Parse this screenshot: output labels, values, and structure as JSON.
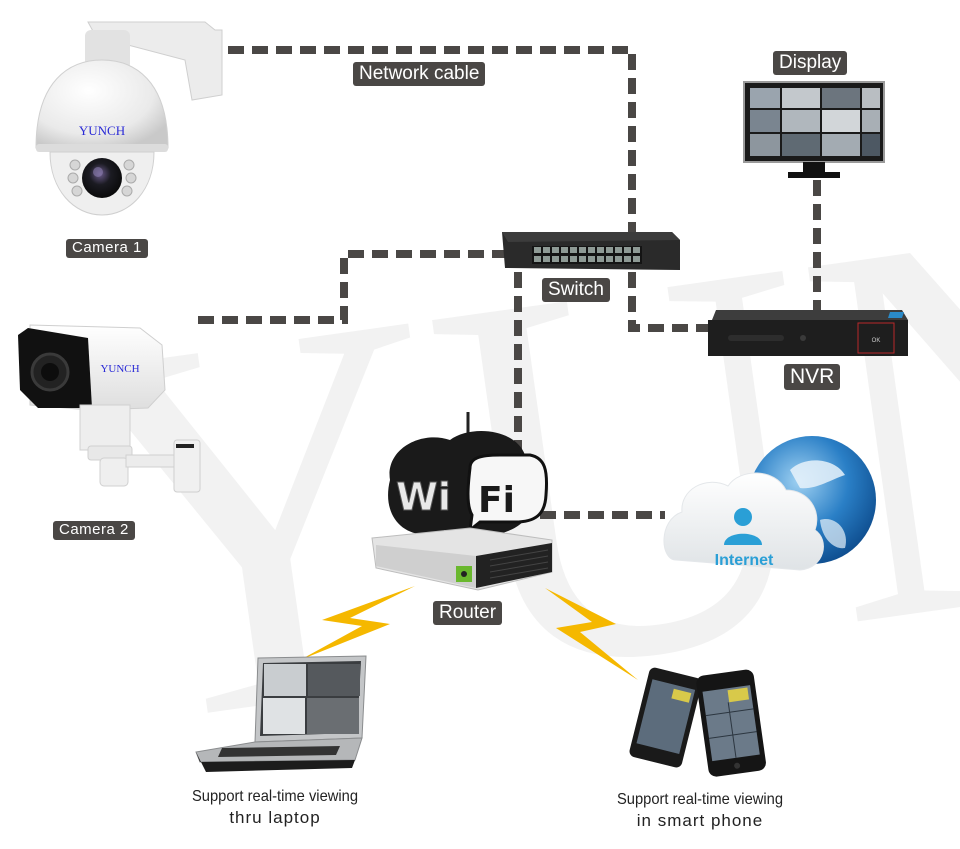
{
  "diagram": {
    "watermark": "YUNCH",
    "cable_color": "#4a4745",
    "accent": {
      "lightning": "#f5b800",
      "internet_text": "#2a9fd6",
      "globe_blue": "#1a6fb8",
      "brand_text": "#2a2ad6",
      "router_port_green": "#6ab82e",
      "nvr_panel_red": "#b8282a"
    },
    "nodes": {
      "camera1": {
        "label": "Camera 1",
        "brand": "YUNCH"
      },
      "camera2": {
        "label": "Camera 2",
        "brand": "YUNCH"
      },
      "switch": {
        "label": "Switch"
      },
      "display": {
        "label": "Display"
      },
      "nvr": {
        "label": "NVR",
        "panel_ok": "OK"
      },
      "router": {
        "label": "Router",
        "wifi_logo_left": "Wi",
        "wifi_logo_right": "Fi"
      },
      "internet": {
        "label": "Internet"
      },
      "laptop": {
        "caption_line1": "Support real-time viewing",
        "caption_line2": "thru laptop"
      },
      "phone": {
        "caption_line1": "Support real-time viewing",
        "caption_line2": "in smart phone"
      }
    },
    "edge_label": "Network cable",
    "edges": [
      {
        "from": "camera1",
        "to": "switch",
        "type": "network cable"
      },
      {
        "from": "camera2",
        "to": "switch",
        "type": "network cable"
      },
      {
        "from": "switch",
        "to": "nvr",
        "type": "network cable"
      },
      {
        "from": "nvr",
        "to": "display",
        "type": "network cable"
      },
      {
        "from": "switch",
        "to": "router",
        "type": "network cable"
      },
      {
        "from": "router",
        "to": "internet",
        "type": "network cable"
      },
      {
        "from": "router",
        "to": "laptop",
        "type": "wireless"
      },
      {
        "from": "router",
        "to": "phone",
        "type": "wireless"
      }
    ]
  }
}
